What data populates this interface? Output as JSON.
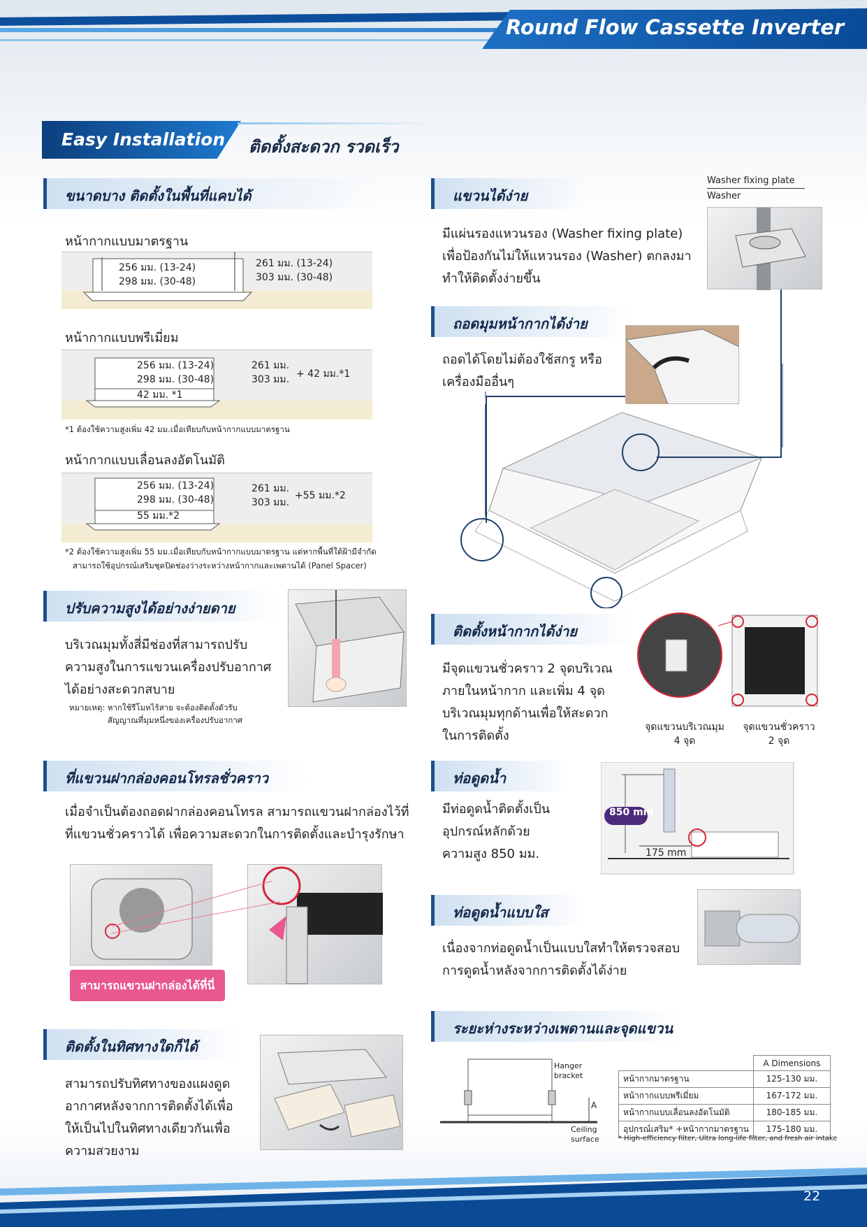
{
  "header": {
    "title": "Round Flow Cassette Inverter"
  },
  "banner": {
    "en": "Easy Installation",
    "th": "ติดตั้งสะดวก รวดเร็ว"
  },
  "thin": {
    "heading": "ขนาดบาง ติดตั้งในพื้นที่แคบได้",
    "standard": {
      "title": "หน้ากากแบบมาตรฐาน",
      "inner1": "256 มม. (13-24)",
      "inner2": "298 มม. (30-48)",
      "outer1": "261 มม. (13-24)",
      "outer2": "303 มม. (30-48)"
    },
    "premium": {
      "title": "หน้ากากแบบพรีเมี่ยม",
      "inner1": "256 มม. (13-24)",
      "inner2": "298 มม. (30-48)",
      "extra": "42 มม. *1",
      "outer1": "261 มม.",
      "outer2": "303 มม.",
      "plus": "+ 42 มม.*1",
      "note": "*1 ต้องใช้ความสูงเพิ่ม 42 มม.เมื่อเทียบกับหน้ากากแบบมาตรฐาน"
    },
    "auto": {
      "title": "หน้ากากแบบเลื่อนลงอัตโนมัติ",
      "inner1": "256 มม. (13-24)",
      "inner2": "298 มม. (30-48)",
      "extra": "55 มม.*2",
      "outer1": "261 มม.",
      "outer2": "303 มม.",
      "plus": "+55 มม.*2",
      "note1": "*2 ต้องใช้ความสูงเพิ่ม 55 มม.เมื่อเทียบกับหน้ากากแบบมาตรฐาน แต่หากพื้นที่ใต้ฝ้ามีจำกัด",
      "note2": "สามารถใช้อุปกรณ์เสริมชุดปิดช่องว่างระหว่างหน้ากากและเพดานได้ (Panel Spacer)"
    }
  },
  "height": {
    "heading": "ปรับความสูงได้อย่างง่ายดาย",
    "text1": "บริเวณมุมทั้งสี่มีช่องที่สามารถปรับ",
    "text2": "ความสูงในการแขวนเครื่องปรับอากาศ",
    "text3": "ได้อย่างสะดวกสบาย",
    "note1": "หมายเหตุ: หากใช้รีโมทไร้สาย จะต้องติดตั้งตัวรับ",
    "note2": "สัญญาณที่มุมหนึ่งของเครื่องปรับอากาศ"
  },
  "controlbox": {
    "heading": "ที่แขวนฝากล่องคอนโทรลชั่วคราว",
    "text1": "เมื่อจำเป็นต้องถอดฝากล่องคอนโทรล สามารถแขวนฝากล่องไว้ที่",
    "text2": "ที่แขวนชั่วคราวได้ เพื่อความสะดวกในการติดตั้งและบำรุงรักษา",
    "button": "สามารถแขวนฝากล่องได้ที่นี่"
  },
  "direction": {
    "heading": "ติดตั้งในทิศทางใดก็ได้",
    "text1": "สามารถปรับทิศทางของแผงดูด",
    "text2": "อากาศหลังจากการติดตั้งได้เพื่อ",
    "text3": "ให้เป็นไปในทิศทางเดียวกันเพื่อ",
    "text4": "ความสวยงาม"
  },
  "hang": {
    "heading": "แขวนได้ง่าย",
    "text1": "มีแผ่นรองแหวนรอง (Washer fixing plate)",
    "text2": "เพื่อป้องกันไม่ให้แหวนรอง (Washer) ตกลงมา",
    "text3": "ทำให้ติดตั้งง่ายขึ้น",
    "label_plate": "Washer fixing plate",
    "label_washer": "Washer"
  },
  "corner": {
    "heading": "ถอดมุมหน้ากากได้ง่าย",
    "text1": "ถอดได้โดยไม่ต้องใช้สกรู หรือ",
    "text2": "เครื่องมืออื่นๆ"
  },
  "panel": {
    "heading": "ติดตั้งหน้ากากได้ง่าย",
    "text1": "มีจุดแขวนชั่วคราว 2 จุดบริเวณ",
    "text2": "ภายในหน้ากาก และเพิ่ม 4 จุด",
    "text3": "บริเวณมุมทุกด้านเพื่อให้สะดวก",
    "text4": "ในการติดตั้ง",
    "cap1a": "จุดแขวนบริเวณมุม",
    "cap1b": "4 จุด",
    "cap2a": "จุดแขวนชั่วคราว",
    "cap2b": "2 จุด"
  },
  "drain": {
    "heading": "ท่อดูดน้ำ",
    "text1": "มีท่อดูดน้ำติดตั้งเป็น",
    "text2": "อุปกรณ์หลักด้วย",
    "text3": "ความสูง 850 มม.",
    "badge": "850 mm",
    "dim": "175 mm"
  },
  "clear": {
    "heading": "ท่อดูดน้ำแบบใส",
    "text1": "เนื่องจากท่อดูดน้ำเป็นแบบใสทำให้ตรวจสอบ",
    "text2": "การดูดน้ำหลังจากการติดตั้งได้ง่าย"
  },
  "distance": {
    "heading": "ระยะห่างระหว่างเพดานและจุดแขวน",
    "hanger": [
      "Hanger",
      "bracket"
    ],
    "ceiling": [
      "Ceiling",
      "surface"
    ],
    "a": "A",
    "table": {
      "header": "A Dimensions",
      "rows": [
        [
          "หน้ากากมาตรฐาน",
          "125-130 มม."
        ],
        [
          "หน้ากากแบบพรีเมี่ยม",
          "167-172 มม."
        ],
        [
          "หน้ากากแบบเลื่อนลงอัตโนมัติ",
          "180-185 มม."
        ],
        [
          "อุปกรณ์เสริม* +หน้ากากมาตรฐาน",
          "175-180 มม."
        ]
      ]
    },
    "footnote": "* High-efficiency filter, Ultra long-life filter, and fresh air intake"
  },
  "page": "22"
}
